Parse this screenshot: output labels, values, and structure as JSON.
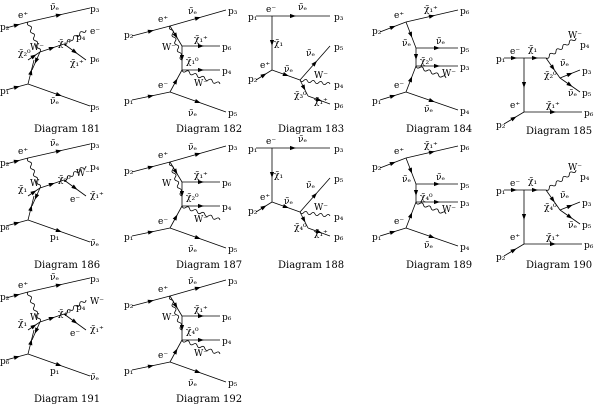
{
  "diagrams": [
    {
      "caption": "Diagram 181",
      "labels": [
        "p₂",
        "e⁺",
        "ν̃ₑ",
        "p₃",
        "W⁻",
        "χ̃₁⁺",
        "p₄",
        "e⁻",
        "χ̃₂⁰",
        "χ̃₁⁺",
        "p₆",
        "p₁",
        "ν̃ₑ",
        "p₅"
      ]
    },
    {
      "caption": "Diagram 182",
      "labels": [
        "p₂",
        "e⁺",
        "ν̃ₑ",
        "p₃",
        "χ̃₁⁺",
        "p₆",
        "W⁻",
        "χ̃₁⁰",
        "p₄",
        "W⁻",
        "p₁",
        "e⁻",
        "ν̃ₑ",
        "p₅"
      ]
    },
    {
      "caption": "Diagram 183",
      "labels": [
        "p₁",
        "e⁻",
        "ν̃ₑ",
        "p₃",
        "χ̃₁",
        "p₂",
        "e⁺",
        "ν̃ₑ",
        "ν̃ₑ",
        "p₅",
        "W⁻",
        "p₄",
        "χ̃₃⁰",
        "χ̃₁⁺",
        "p₆"
      ]
    },
    {
      "caption": "Diagram 184",
      "labels": [
        "p₂",
        "e⁺",
        "χ̃₁⁺",
        "p₆",
        "ν̃ₑ",
        "ν̃ₑ",
        "p₅",
        "χ̃₂⁰",
        "p₃",
        "W⁻",
        "p₁",
        "e⁻",
        "ν̃ₑ",
        "p₄"
      ]
    },
    {
      "caption": "Diagram 185",
      "labels": [
        "p₁",
        "e⁻",
        "χ̃₁",
        "W⁻",
        "p₄",
        "χ̃₂⁰",
        "ν̃ₑ",
        "p₃",
        "ν̃ₑ",
        "p₅",
        "p₂",
        "e⁺",
        "χ̃₁⁺",
        "p₆"
      ]
    },
    {
      "caption": "Diagram 186",
      "labels": [
        "p₂",
        "e⁺",
        "ν̃ₑ",
        "p₃",
        "W",
        "χ̃₂⁰",
        "W⁻",
        "p₄",
        "χ̃₁",
        "e⁻",
        "χ̃₁⁺",
        "p₆",
        "p₁",
        "ν̃ₑ",
        "p₅"
      ]
    },
    {
      "caption": "Diagram 187",
      "labels": [
        "p₂",
        "e⁺",
        "ν̃ₑ",
        "p₃",
        "χ̃₁⁺",
        "p₆",
        "W",
        "χ̃₂⁰",
        "p₄",
        "W⁻",
        "p₁",
        "e⁻",
        "ν̃ₑ",
        "p₅"
      ]
    },
    {
      "caption": "Diagram 188",
      "labels": [
        "p₁",
        "e⁻",
        "ν̃ₑ",
        "p₃",
        "χ̃₁",
        "p₂",
        "e⁺",
        "ν̃ₑ",
        "ν̃ₑ",
        "p₅",
        "W⁻",
        "p₄",
        "χ̃₄⁰",
        "χ̃₁⁺",
        "p₆"
      ]
    },
    {
      "caption": "Diagram 189",
      "labels": [
        "p₂",
        "e⁺",
        "χ̃₁⁺",
        "p₆",
        "ν̃ₑ",
        "ν̃ₑ",
        "p₅",
        "χ̃₄⁰",
        "p₃",
        "W⁻",
        "p₁",
        "e⁻",
        "ν̃ₑ",
        "p₄"
      ]
    },
    {
      "caption": "Diagram 190",
      "labels": [
        "p₁",
        "e⁻",
        "χ̃₁",
        "W⁻",
        "p₄",
        "χ̃₄⁰",
        "ν̃ₑ",
        "p₃",
        "ν̃ₑ",
        "p₅",
        "p₂",
        "e⁺",
        "χ̃₁⁺",
        "p₆"
      ]
    },
    {
      "caption": "Diagram 191",
      "labels": [
        "p₂",
        "e⁺",
        "ν̃ₑ",
        "p₃",
        "W",
        "χ̃₄⁰",
        "p₄",
        "W⁻",
        "χ̃₁",
        "e⁻",
        "χ̃₁⁺",
        "p₆",
        "p₁",
        "ν̃ₑ",
        "p₅"
      ]
    },
    {
      "caption": "Diagram 192",
      "labels": [
        "p₂",
        "e⁺",
        "ν̃ₑ",
        "p₃",
        "χ̃₁⁺",
        "p₆",
        "W⁻",
        "χ̃₄⁰",
        "p₄",
        "W⁻",
        "p₁",
        "e⁻",
        "ν̃ₑ",
        "p₅"
      ]
    }
  ]
}
